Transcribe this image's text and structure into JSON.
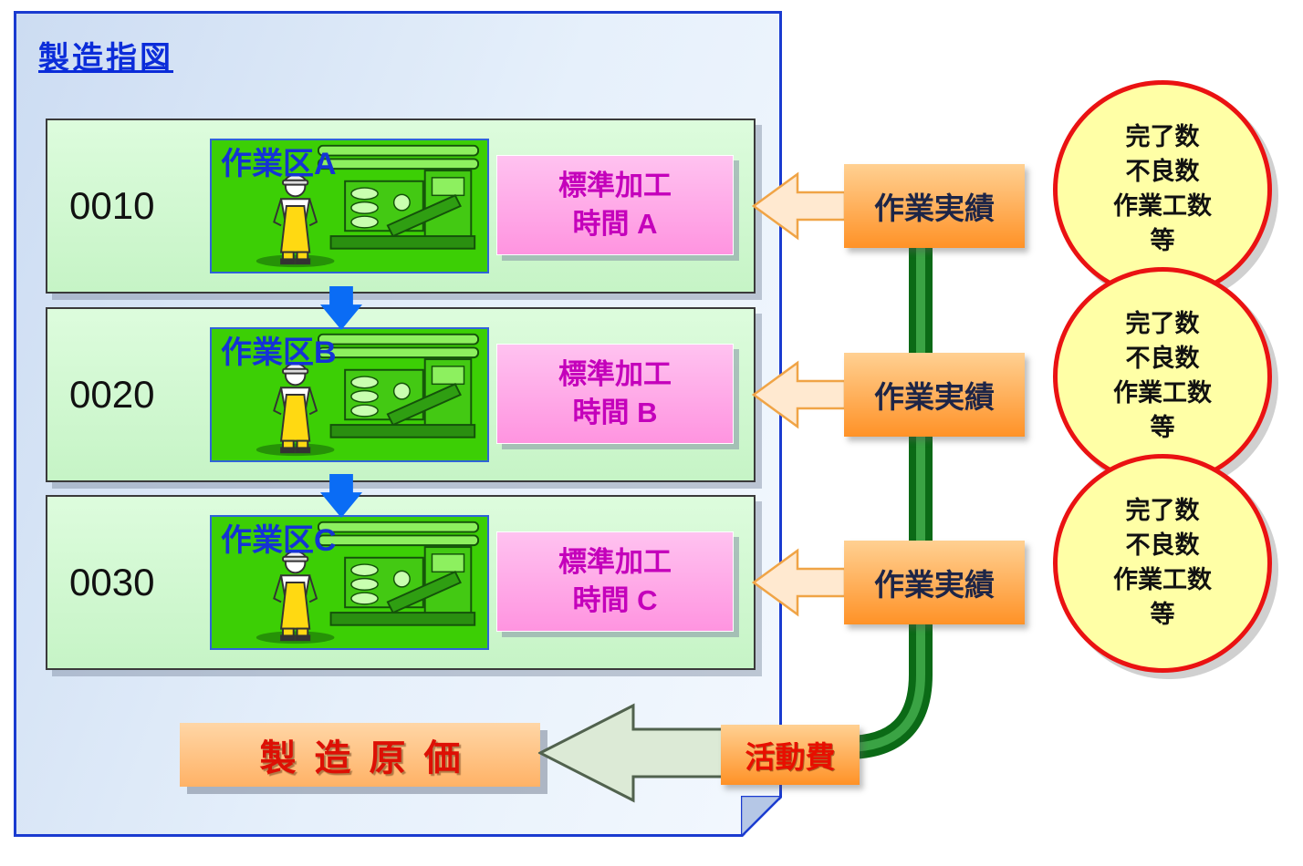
{
  "page": {
    "title": "製造指図"
  },
  "rows": [
    {
      "op_no": "0010",
      "work_center": "作業区A",
      "std_time_1": "標準加工",
      "std_time_2": "時間 A",
      "result_label": "作業実績",
      "bubble": [
        "完了数",
        "不良数",
        "作業工数",
        "等"
      ]
    },
    {
      "op_no": "0020",
      "work_center": "作業区B",
      "std_time_1": "標準加工",
      "std_time_2": "時間 B",
      "result_label": "作業実績",
      "bubble": [
        "完了数",
        "不良数",
        "作業工数",
        "等"
      ]
    },
    {
      "op_no": "0030",
      "work_center": "作業区C",
      "std_time_1": "標準加工",
      "std_time_2": "時間 C",
      "result_label": "作業実績",
      "bubble": [
        "完了数",
        "不良数",
        "作業工数",
        "等"
      ]
    }
  ],
  "bottom": {
    "activity_cost": "活動費",
    "manufacturing_cost": "製造原価"
  },
  "colors": {
    "doc_border": "#1a3bd0",
    "title_blue": "#0b2cd9",
    "row_green": "#ccf6cc",
    "machine_green": "#3ccf05",
    "work_center_blue": "#1433d6",
    "pink_box": "#ffa8e8",
    "magenta_text": "#c400bb",
    "arrow_blue": "#0a6cf5",
    "orange_box": "#ff9227",
    "bubble_yellow": "#ffffa6",
    "bubble_border_red": "#ea1212",
    "pipe_green": "#0b6a16",
    "cost_red": "#dd1005"
  }
}
